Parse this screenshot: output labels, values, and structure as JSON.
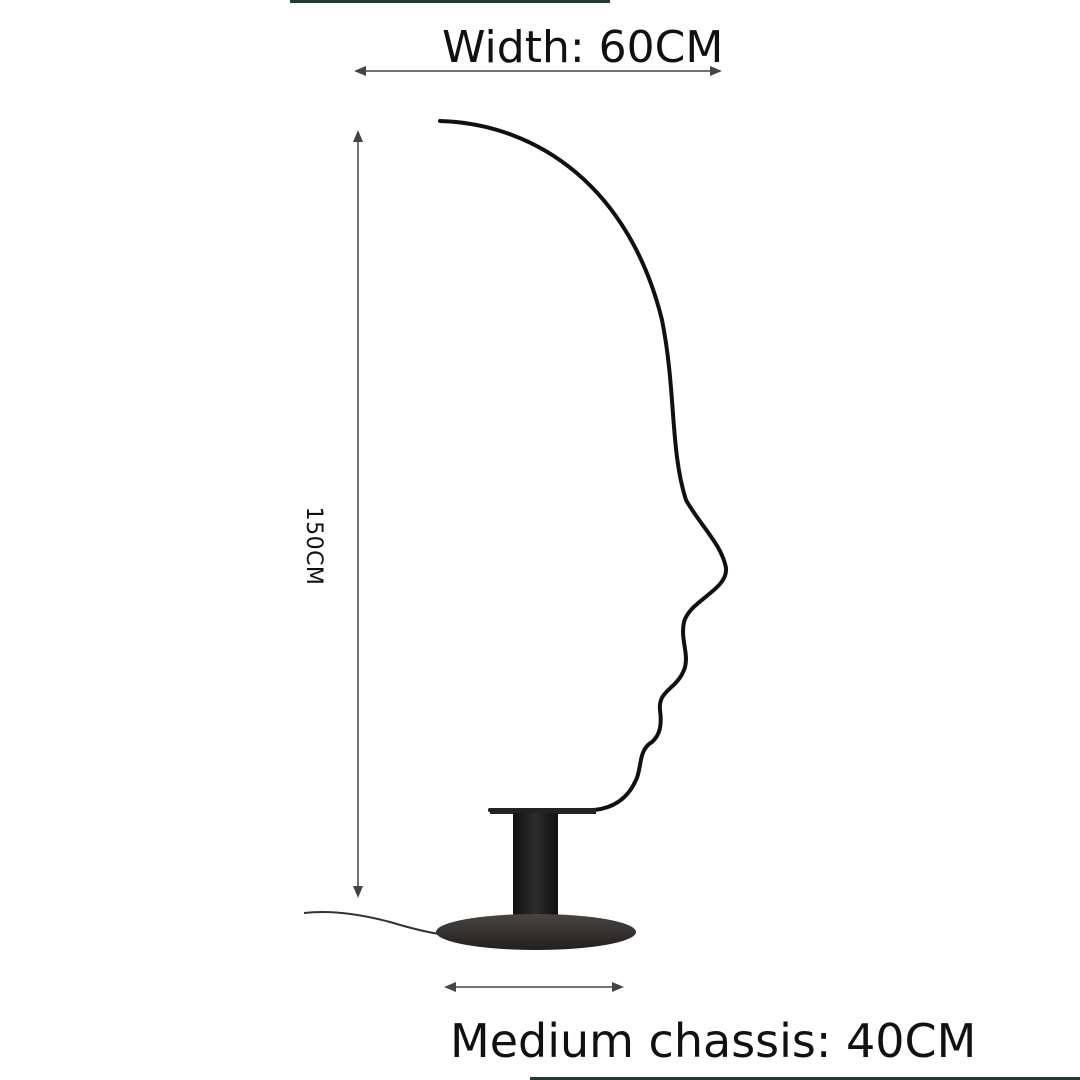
{
  "dimensions": {
    "width_label": "Width: 60CM",
    "height_label": "150CM",
    "base_label": "Medium chassis: 40CM"
  },
  "colors": {
    "line": "#111111",
    "arrow": "#444444",
    "base": "#2e2b29",
    "post": "#1c1c1c",
    "accent": "#1e3b34"
  }
}
